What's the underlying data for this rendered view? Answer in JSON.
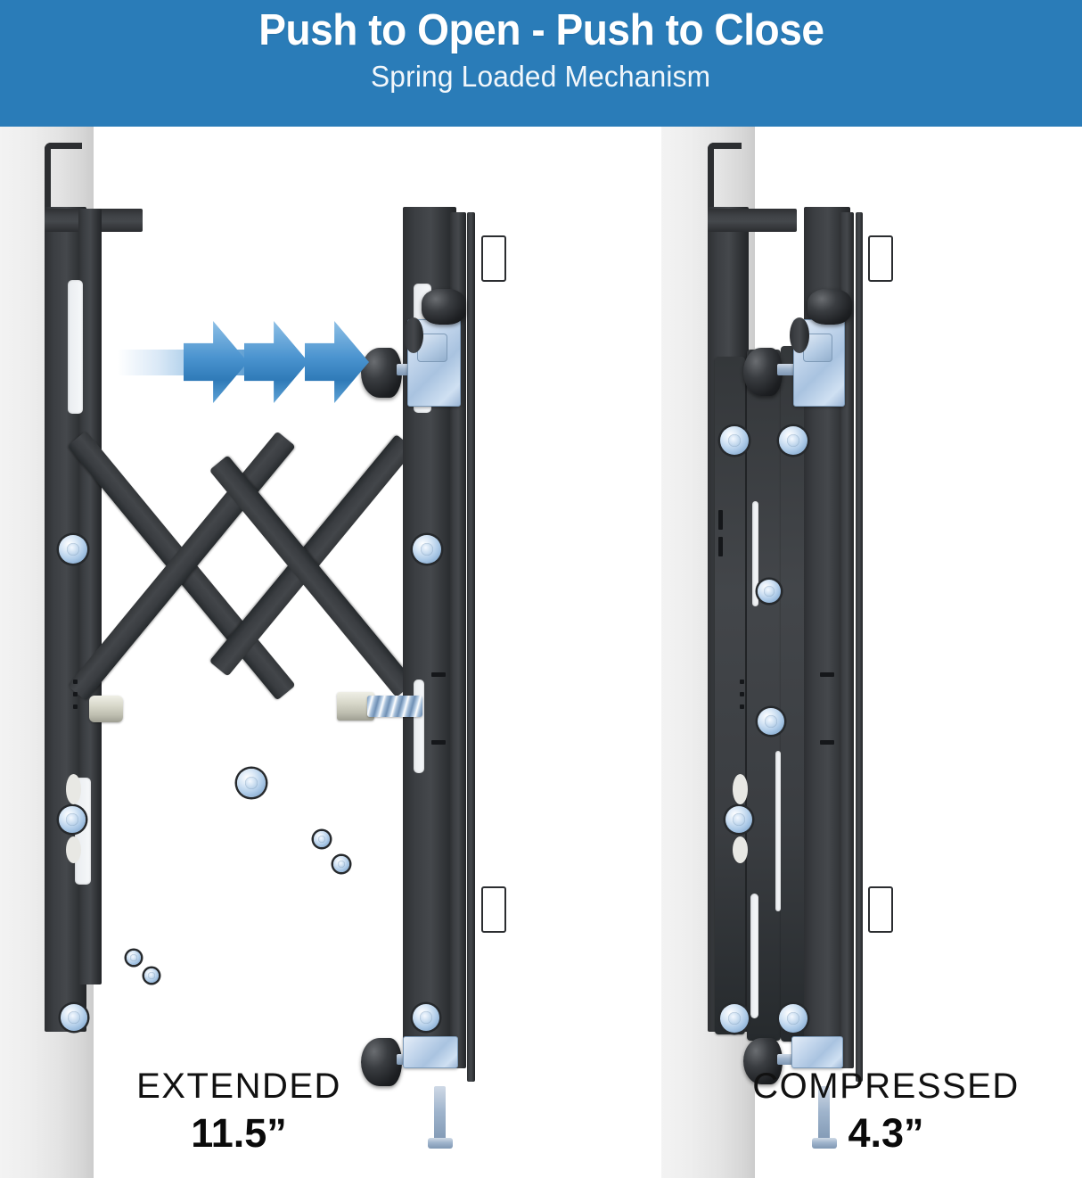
{
  "header": {
    "title": "Push to Open - Push to Close",
    "subtitle": "Spring Loaded Mechanism",
    "background_color": "#2a7cb8",
    "text_color": "#ffffff"
  },
  "arrows": {
    "icon": "triple-chevron-right-icon",
    "direction": "right",
    "count": 3,
    "color": "#3f8fc9",
    "meaning": "push direction"
  },
  "states": [
    {
      "id": "extended",
      "label": "EXTENDED",
      "value": "11.5”",
      "measurement_unit": "inches",
      "measurement_number": 11.5,
      "side": "left"
    },
    {
      "id": "compressed",
      "label": "COMPRESSED",
      "value": "4.3”",
      "measurement_unit": "inches",
      "measurement_number": 4.3,
      "side": "right"
    }
  ],
  "product": {
    "type": "full-motion tv wall mount bracket",
    "view": "side profile",
    "finish_color": "#3a3d41",
    "hardware_color": "#aecbe8",
    "wall_color": "#e4e4e4"
  }
}
